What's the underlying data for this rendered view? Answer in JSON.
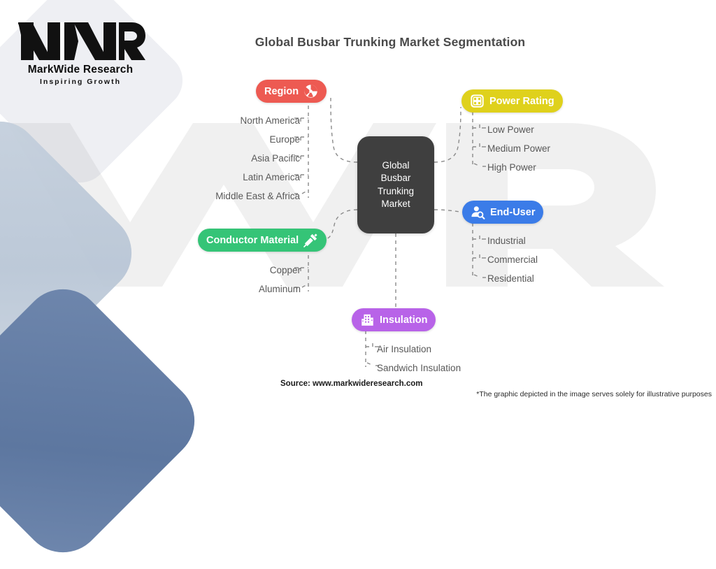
{
  "logo": {
    "monogram": "MWR",
    "name": "MarkWide Research",
    "tagline": "Inspiring Growth"
  },
  "title": "Global Busbar Trunking Market Segmentation",
  "center": {
    "line1": "Global",
    "line2": "Busbar",
    "line3": "Trunking",
    "line4": "Market"
  },
  "branches": {
    "region": {
      "label": "Region",
      "icon": "globe-icon",
      "color": "#ed5a52",
      "items": [
        "North America",
        "Europe",
        "Asia Pacific",
        "Latin America",
        "Middle East & Africa"
      ]
    },
    "power_rating": {
      "label": "Power Rating",
      "icon": "grid-dots-icon",
      "color": "#dfd11c",
      "items": [
        "Low Power",
        "Medium Power",
        "High Power"
      ]
    },
    "end_user": {
      "label": "End-User",
      "icon": "user-search-icon",
      "color": "#3b7ce8",
      "items": [
        "Industrial",
        "Commercial",
        "Residential"
      ]
    },
    "conductor_material": {
      "label": "Conductor Material",
      "icon": "plug-connector-icon",
      "color": "#35c477",
      "items": [
        "Copper",
        "Aluminum"
      ]
    },
    "insulation": {
      "label": "Insulation",
      "icon": "building-icon",
      "color": "#b863e8",
      "items": [
        "Air Insulation",
        "Sandwich Insulation"
      ]
    }
  },
  "footer": {
    "source": "Source: www.markwideresearch.com",
    "disclaimer": "*The graphic depicted in the image serves solely for illustrative purposes"
  },
  "colors": {
    "center_node": "#3f3f3f",
    "title_text": "#4a4a4a",
    "leaf_text": "#585858",
    "connector": "#8a8a8a",
    "background": "#ffffff"
  }
}
